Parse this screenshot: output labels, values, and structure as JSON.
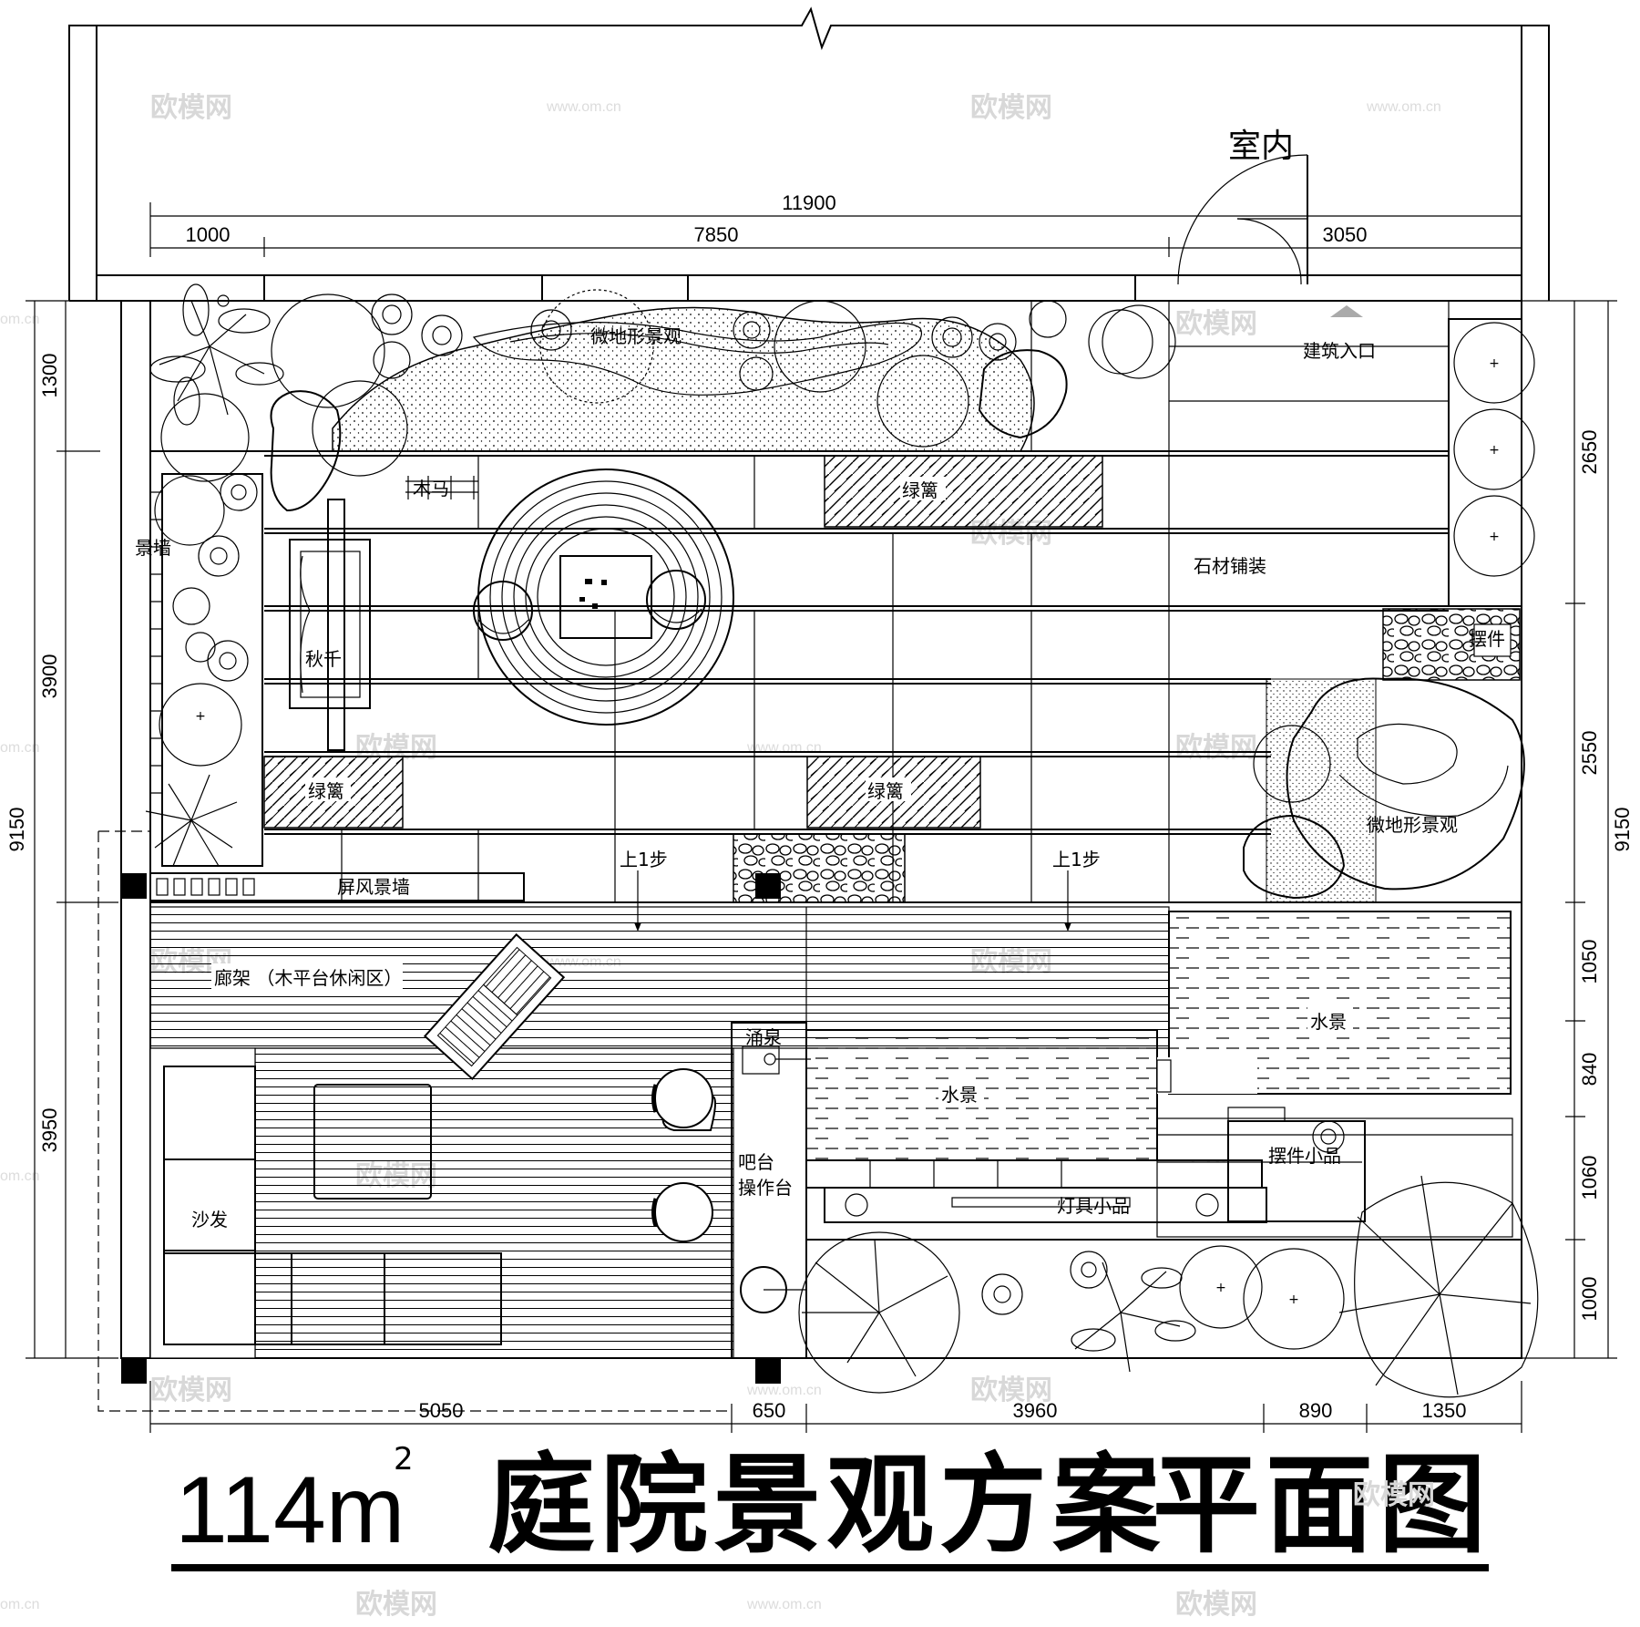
{
  "title": {
    "area": "114m",
    "area_sup": "2",
    "name": "庭院景观方案",
    "suffix": "平面图"
  },
  "labels": {
    "indoor": "室内",
    "entrance": "建筑入口",
    "micro_terrain_top": "微地形景观",
    "micro_terrain_right": "微地形景观",
    "feature_wall": "景墙",
    "swing": "秋千",
    "wood_sign": "木马",
    "fence_1": "绿篱",
    "fence_2": "绿篱",
    "fence_3": "绿篱",
    "stone_paving": "石材铺装",
    "ornament_right": "摆件",
    "screen_wall": "屏风景墙",
    "step_1": "上1步",
    "step_2": "上1步",
    "pergola": "廊架 （木平台休闲区）",
    "fountain": "涌泉",
    "water_1": "水景",
    "water_2": "水景",
    "bar": "吧台",
    "bar_op": "操作台",
    "sofa": "沙发",
    "lamp": "灯具小品",
    "ornament": "摆件小品"
  },
  "dimensions": {
    "top_total": "11900",
    "top_1": "1000",
    "top_2": "7850",
    "top_3": "3050",
    "left_1": "1300",
    "left_2": "3900",
    "left_3": "3950",
    "left_total": "9150",
    "right_1": "2650",
    "right_2": "2550",
    "right_3": "1050",
    "right_4": "840",
    "right_5": "1060",
    "right_6": "1000",
    "right_total": "9150",
    "bottom_1": "5050",
    "bottom_2": "650",
    "bottom_3": "3960",
    "bottom_4": "890",
    "bottom_5": "1350"
  },
  "watermark": {
    "brand": "欧模网",
    "url": "www.om.cn",
    "side": "om.cn"
  }
}
